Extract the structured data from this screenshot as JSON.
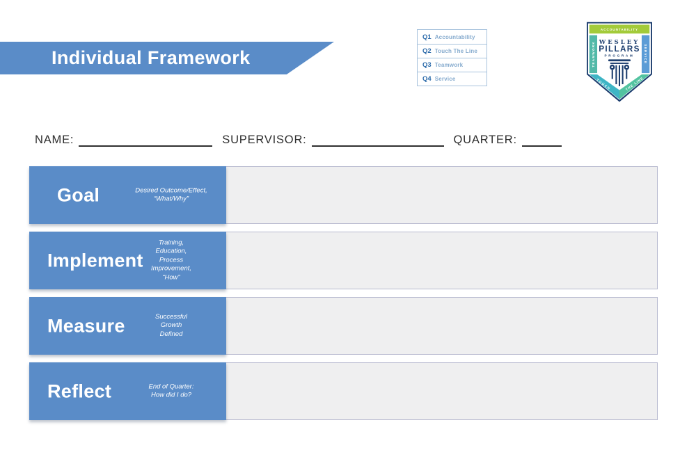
{
  "header": {
    "title": "Individual Framework"
  },
  "legend": {
    "items": [
      {
        "q": "Q1",
        "label": "Accountability"
      },
      {
        "q": "Q2",
        "label": "Touch The Line"
      },
      {
        "q": "Q3",
        "label": "Teamwork"
      },
      {
        "q": "Q4",
        "label": "Service"
      }
    ]
  },
  "logo": {
    "top_band": "ACCOUNTABILITY",
    "left_band": "TEAMWORK",
    "right_band": "SERVICE",
    "bottom_left": "TOUCH",
    "bottom_right": "THE LINE",
    "name_line1": "WESLEY",
    "name_line2": "PILLARS",
    "name_line3": "PROGRAM"
  },
  "form": {
    "fields": [
      {
        "label": "NAME:"
      },
      {
        "label": "SUPERVISOR:"
      },
      {
        "label": "QUARTER:"
      }
    ]
  },
  "rows": [
    {
      "label": "Goal",
      "hint": "Desired Outcome/Effect,\n“What/Why”"
    },
    {
      "label": "Implement",
      "hint": "Training,\nEducation,\nProcess\nImprovement,\n“How”"
    },
    {
      "label": "Measure",
      "hint": "Successful\nGrowth\nDefined"
    },
    {
      "label": "Reflect",
      "hint": "End of Quarter:\nHow did I do?"
    }
  ],
  "colors": {
    "primary_blue": "#5a8cc8",
    "navy": "#1c3d6e",
    "lime_green": "#a3cb3a",
    "teal": "#52b9a8",
    "steel_blue": "#5b9cd6",
    "teal_blue": "#3eb5c5",
    "teal_green": "#52c3a0",
    "field_gray": "#efeff0",
    "field_border": "#b7b9cf",
    "legend_blue": "#2e6cab",
    "legend_label_blue": "#86abce",
    "text_dark": "#2e2e2e"
  }
}
